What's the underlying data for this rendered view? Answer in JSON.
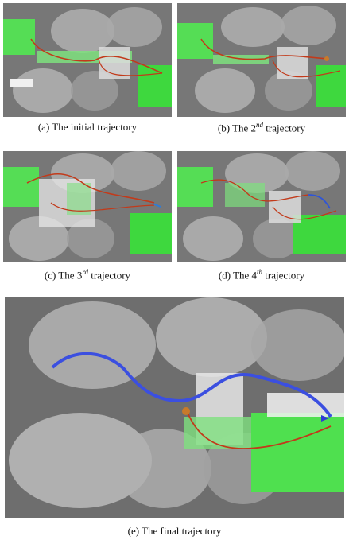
{
  "figure": {
    "panels": [
      {
        "id": "a",
        "caption_prefix": "(a) The initial trajectory",
        "ordinal": "",
        "caption_suffix": ""
      },
      {
        "id": "b",
        "caption_prefix": "(b) The 2",
        "ordinal": "nd",
        "caption_suffix": " trajectory"
      },
      {
        "id": "c",
        "caption_prefix": "(c) The 3",
        "ordinal": "rd",
        "caption_suffix": " trajectory"
      },
      {
        "id": "d",
        "caption_prefix": "(d) The 4",
        "ordinal": "th",
        "caption_suffix": " trajectory"
      },
      {
        "id": "e",
        "caption_prefix": "(e) The final trajectory",
        "ordinal": "",
        "caption_suffix": ""
      }
    ]
  },
  "colors": {
    "background_gray": "#6d6d6d",
    "obstacle_gray": "#b9b9b9",
    "voxel_green": "#3fe03f",
    "voxel_white": "#eeeeee",
    "trajectory_red": "#c23a1a",
    "trajectory_blue": "#3b4fe0",
    "marker_blue": "#5a7ee6"
  }
}
